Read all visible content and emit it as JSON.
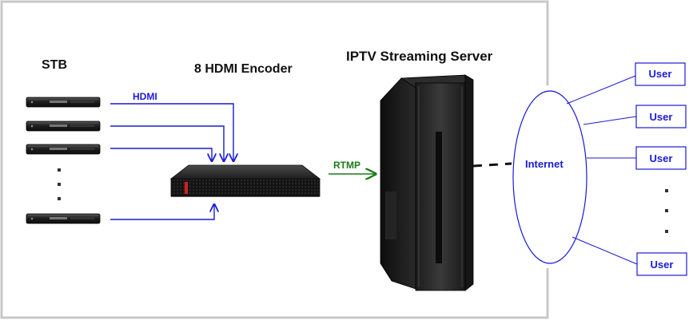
{
  "labels": {
    "stb": "STB",
    "encoder": "8 HDMI Encoder",
    "server": "IPTV Streaming Server",
    "hdmi": "HDMI",
    "rtmp": "RTMP",
    "internet": "Internet"
  },
  "users": [
    "User",
    "User",
    "User",
    "User"
  ],
  "colors": {
    "hdmi_arrow": "#1a1ad6",
    "rtmp_arrow": "#1a7a1a",
    "frame": "#c8c8c8",
    "user_border": "#1a1ad6"
  }
}
